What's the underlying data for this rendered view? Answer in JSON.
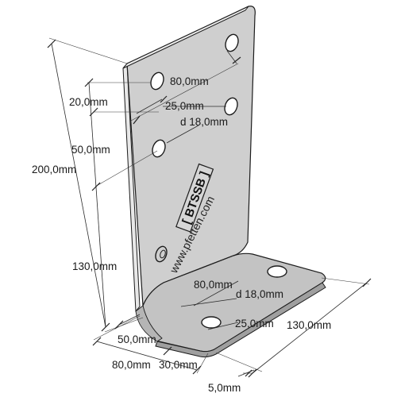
{
  "part": {
    "logo_text": "[ BTSSB ]",
    "website": "www.pfetten.com",
    "logo_mark": "circle-c-icon"
  },
  "dimensions": {
    "overall_height": "200,0mm",
    "top_hole_offset": "20,0mm",
    "hole_spacing_vertical": "50,0mm",
    "lower_height": "130,0mm",
    "vertical_hole_pitch": "80,0mm",
    "vertical_edge_offset": "25,0mm",
    "vertical_hole_diameter": "d 18,0mm",
    "base_hole_pitch": "80,0mm",
    "base_hole_diameter": "d 18,0mm",
    "base_edge_offset": "25,0mm",
    "base_depth": "130,0mm",
    "front_offset": "50,0mm",
    "width": "80,0mm",
    "bend_offset": "30,0mm",
    "thickness": "5,0mm"
  },
  "colors": {
    "plate_face": "#cfcfcf",
    "plate_shadow": "#a9a9a9",
    "plate_edge": "#e6e6e6",
    "outline": "#1c1c1c"
  }
}
